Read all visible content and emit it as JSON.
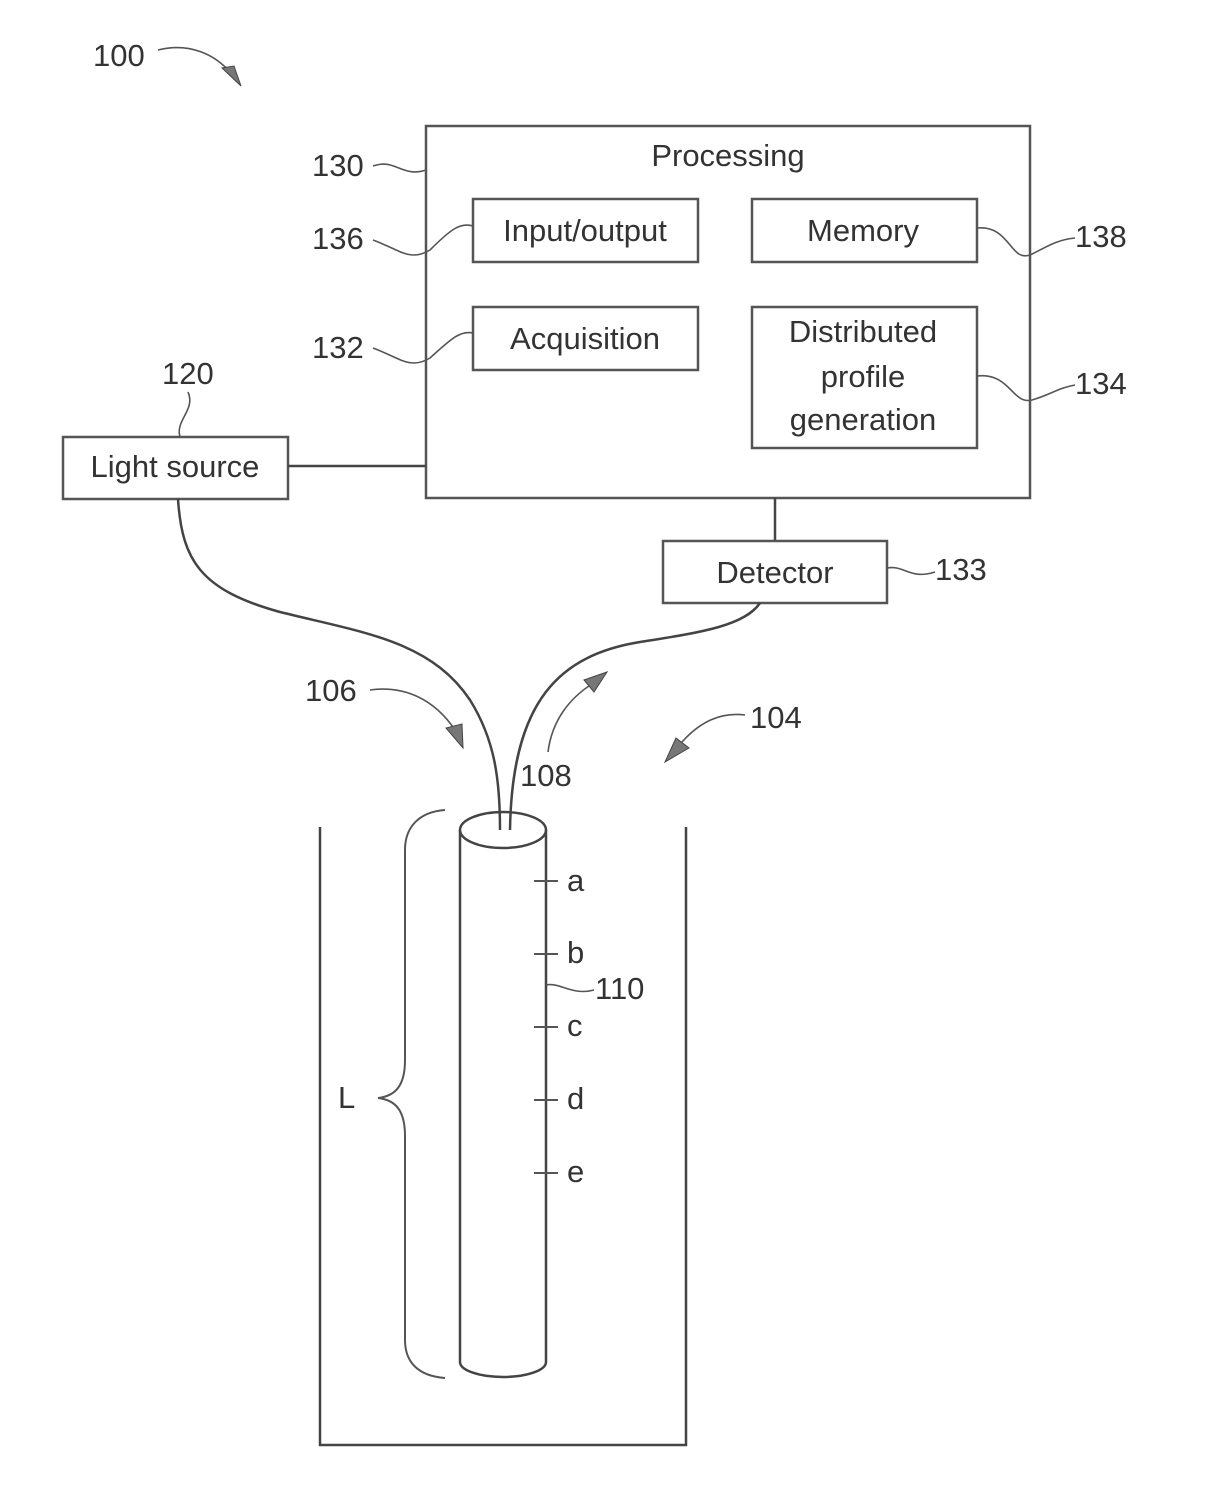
{
  "figure": {
    "system_ref": "100",
    "processing": {
      "ref": "130",
      "title": "Processing",
      "modules": {
        "input_output": {
          "ref": "136",
          "label": "Input/output"
        },
        "memory": {
          "ref": "138",
          "label": "Memory"
        },
        "acquisition": {
          "ref": "132",
          "label": "Acquisition"
        },
        "distributed_profile": {
          "ref": "134",
          "label_lines": [
            "Distributed",
            "profile",
            "generation"
          ]
        }
      }
    },
    "light_source": {
      "ref": "120",
      "label": "Light source"
    },
    "detector": {
      "ref": "133",
      "label": "Detector"
    },
    "fibers": {
      "incoming_ref": "106",
      "outgoing_ref": "108",
      "well_ref": "104",
      "sensor_ref": "110"
    },
    "sensor_points": [
      "a",
      "b",
      "c",
      "d",
      "e"
    ],
    "length_label": "L"
  }
}
